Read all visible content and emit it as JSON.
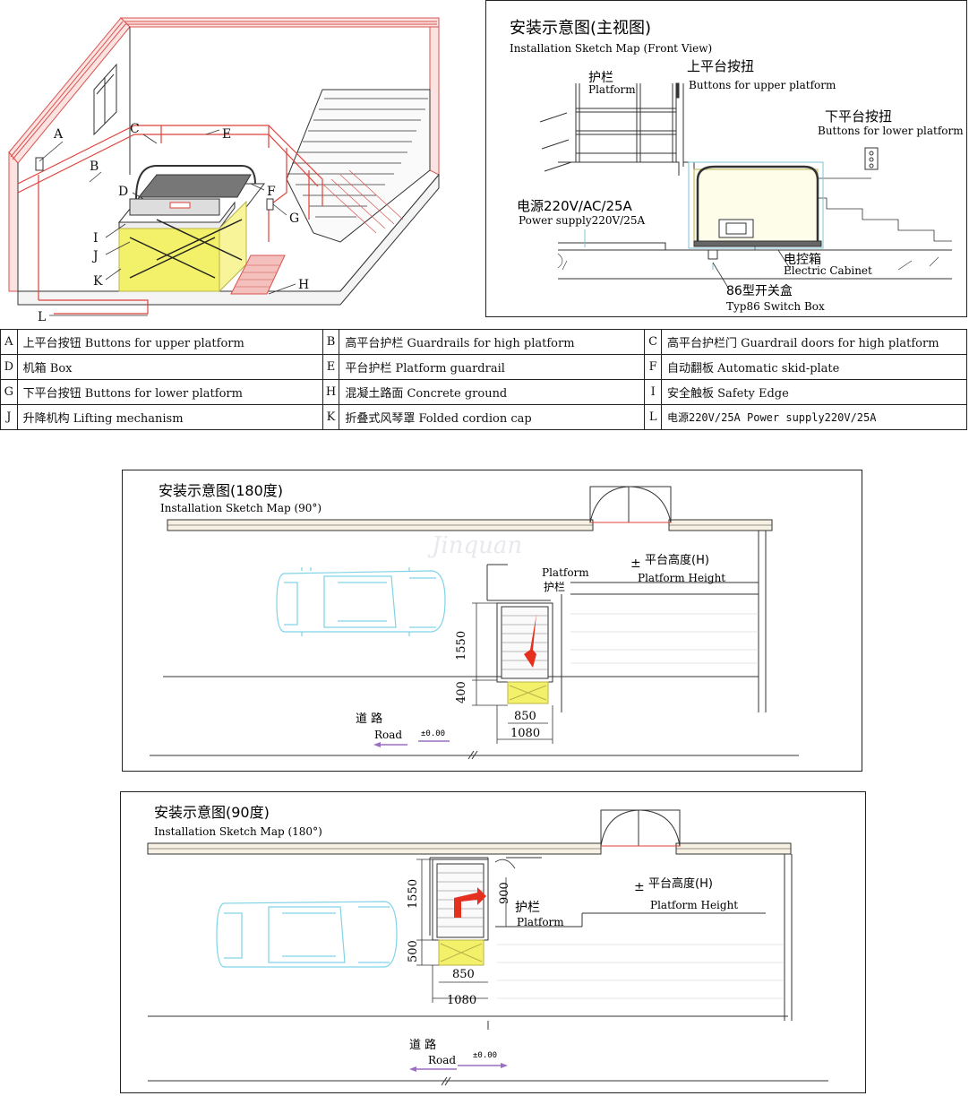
{
  "iso": {
    "labels": [
      "A",
      "B",
      "C",
      "D",
      "E",
      "F",
      "G",
      "H",
      "I",
      "J",
      "K",
      "L"
    ]
  },
  "front": {
    "title_cn": "安装示意图(主视图)",
    "title_en": "Installation Sketch Map (Front View)",
    "guardrail_cn": "护栏",
    "guardrail_en": "Platform",
    "upper_btn_cn": "上平台按扭",
    "upper_btn_en": "Buttons for upper platform",
    "lower_btn_cn": "下平台按扭",
    "lower_btn_en": "Buttons for lower platform",
    "power_cn": "电源220V/AC/25A",
    "power_en": "Power supply220V/25A",
    "cabinet_cn": "电控箱",
    "cabinet_en": "Electric Cabinet",
    "switch_cn": "86型开关盒",
    "switch_en": "Typ86 Switch Box"
  },
  "legend": [
    [
      {
        "k": "A",
        "v": "上平台按钮  Buttons for upper platform"
      },
      {
        "k": "B",
        "v": "高平台护栏  Guardrails for high platform"
      },
      {
        "k": "C",
        "v": "高平台护栏门  Guardrail doors for high platform"
      }
    ],
    [
      {
        "k": "D",
        "v": "机箱  Box"
      },
      {
        "k": "E",
        "v": "平台护栏  Platform guardrail"
      },
      {
        "k": "F",
        "v": "自动翻板  Automatic skid-plate"
      }
    ],
    [
      {
        "k": "G",
        "v": "下平台按钮  Buttons for lower platform"
      },
      {
        "k": "H",
        "v": "混凝土路面  Concrete ground"
      },
      {
        "k": "I",
        "v": "安全触板  Safety Edge"
      }
    ],
    [
      {
        "k": "J",
        "v": "升降机构  Lifting mechanism"
      },
      {
        "k": "K",
        "v": "折叠式风琴罩  Folded cordion cap"
      },
      {
        "k": "L",
        "v": "电源220V/25A Power supply220V/25A"
      }
    ]
  ],
  "plan1": {
    "title_cn": "安装示意图(180度)",
    "title_en": "Installation Sketch Map (90°)",
    "watermark": "Jinquan",
    "guard_en": "Platform",
    "guard_cn": "护栏",
    "height_cn": "平台高度(H)",
    "height_en": "Platform Height",
    "dim_v1": "1550",
    "dim_v2": "400",
    "dim_h1": "850",
    "dim_h2": "1080",
    "road_cn": "道       路",
    "road_en": "Road",
    "level": "±0.00"
  },
  "plan2": {
    "title_cn": "安装示意图(90度)",
    "title_en": "Installation Sketch Map (180°)",
    "guard_cn": "护栏",
    "guard_en": "Platform",
    "height_cn": "平台高度(H)",
    "height_en": "Platform Height",
    "dim_v1": "1550",
    "dim_v2": "500",
    "dim_v3": "900",
    "dim_h1": "850",
    "dim_h2": "1080",
    "road_cn": "道       路",
    "road_en": "Road",
    "level": "±0.00"
  },
  "colors": {
    "brick": "#d9534f",
    "guard": "#e0413a",
    "panel": "#f3f06a",
    "car": "#7fd3e6",
    "arrow": "#e53020",
    "road_arrow": "#9a6fc0"
  }
}
